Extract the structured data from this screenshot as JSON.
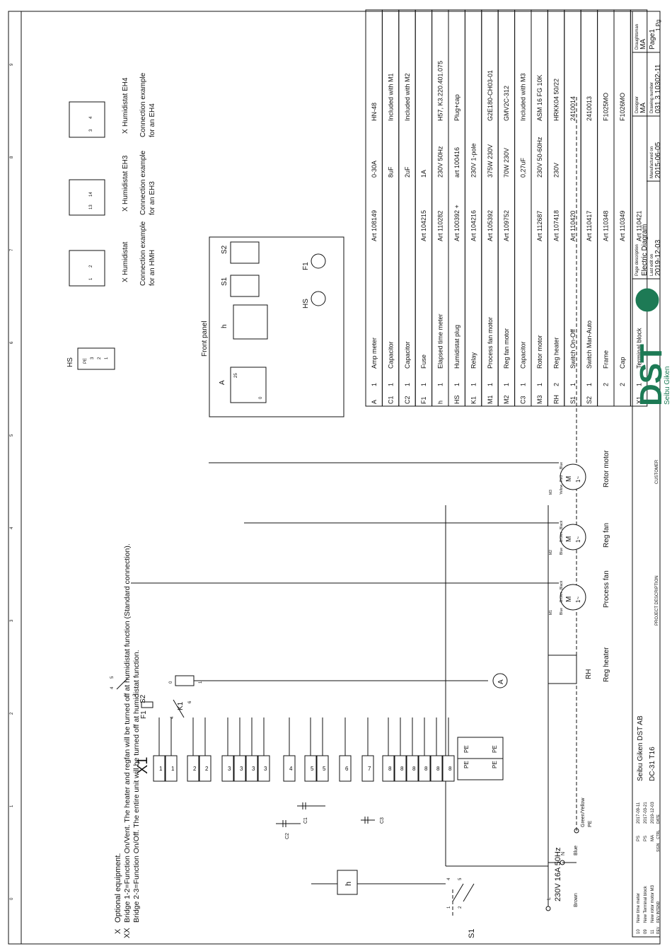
{
  "notes": {
    "optional_mark": "X",
    "optional_text": "Optional equipment.",
    "bridge_mark": "XX",
    "bridge1": "Bridge 1-2=Function On/Vent. The heater and regfan will be turned off at humidistat function (Standard connection).",
    "bridge2": "Bridge 2-3=Function On/Off. The entire unit will be turned off at humidistat function."
  },
  "supply": {
    "label": "230V 16A 50Hz",
    "conductors": [
      {
        "color": "Brown",
        "terminal": "L"
      },
      {
        "color": "Blue",
        "terminal": "N"
      },
      {
        "color": "Green/Yellow",
        "terminal": "PE"
      }
    ]
  },
  "components": {
    "x1_label": "X1",
    "terminals_top": [
      "1",
      "1",
      "2",
      "2",
      "3",
      "3",
      "3",
      "3",
      "4",
      "5",
      "5",
      "6",
      "7",
      "8",
      "8",
      "8",
      "8",
      "8",
      "8"
    ],
    "s1": "S1",
    "s1_contacts": [
      "1",
      "2",
      "4",
      "5"
    ],
    "f1": "F1",
    "k1": "K1",
    "k1_contacts": [
      "4",
      "6"
    ],
    "s2": "S2",
    "s2_contacts": [
      "1",
      "2",
      "4",
      "5"
    ],
    "relay_contacts": [
      "0",
      "1"
    ],
    "c1": "C1",
    "c2": "C2",
    "c3": "C3",
    "h": "h",
    "amp": "A",
    "rh_code": "RH",
    "rh_name": "Reg heater",
    "pe": "PE",
    "hs": "HS"
  },
  "motors": [
    {
      "code": "M1",
      "name": "Process fan",
      "wires": [
        "Blue",
        "Brown",
        "Black"
      ]
    },
    {
      "code": "M2",
      "name": "Reg fan",
      "wires": [
        "Blue",
        "Brown",
        "Black"
      ]
    },
    {
      "code": "M3",
      "name": "Rotor motor",
      "wires": [
        "Yellow",
        "Red",
        "Blue"
      ]
    }
  ],
  "motor_symbol": {
    "letter": "M",
    "phase": "1~"
  },
  "hs_terminals": [
    "PE",
    "3",
    "2",
    "1"
  ],
  "humidistats": [
    {
      "mark": "X",
      "name": "Humidistat",
      "example1": "Connection example",
      "example2": "for an HMH",
      "contacts": [
        "1",
        "2"
      ]
    },
    {
      "mark": "X",
      "name": "Humidistat EH3",
      "example1": "Connection example",
      "example2": "for an EH3",
      "contacts": [
        "13",
        "14"
      ]
    },
    {
      "mark": "X",
      "name": "Humidistat EH4",
      "example1": "Connection example",
      "example2": "for an EH4",
      "contacts": [
        "3",
        "4"
      ]
    }
  ],
  "front_panel": {
    "title": "Front panel",
    "items": [
      "A",
      "h",
      "S1",
      "S2",
      "HS",
      "F1"
    ],
    "meter_scale": [
      "0",
      "25"
    ]
  },
  "parts_table": {
    "rows": [
      [
        "A",
        "1",
        "Amp meter",
        "Art 108149",
        "0-30A",
        "HN-48"
      ],
      [
        "C1",
        "1",
        "Capacitor",
        "",
        "8uF",
        "Included with M1"
      ],
      [
        "C2",
        "1",
        "Capacitor",
        "",
        "2uF",
        "Included with M2"
      ],
      [
        "F1",
        "1",
        "Fuse",
        "Art 104215",
        "1A",
        ""
      ],
      [
        "h",
        "1",
        "Elapsed time meter",
        "Art 110282",
        "230V 50Hz",
        "H57, K3.220.401.075"
      ],
      [
        "HS",
        "1",
        "Humidistat plug",
        "Art 100392 +",
        "art 100416",
        "Plug+cap"
      ],
      [
        "K1",
        "1",
        "Relay",
        "Art 104216",
        "230V 1-pole",
        ""
      ],
      [
        "M1",
        "1",
        "Process fan motor",
        "Art 105392",
        "375W 230V",
        "G2E180-CH03-01"
      ],
      [
        "M2",
        "1",
        "Reg fan motor",
        "Art 109752",
        "70W 230V",
        "GMV2C-312"
      ],
      [
        "C3",
        "1",
        "Capacitor",
        "",
        "0,27uF",
        "Included with M3"
      ],
      [
        "M3",
        "1",
        "Rotor motor",
        "Art 112687",
        "230V 50-60Hz",
        "ASM 16 FG 10K"
      ],
      [
        "RH",
        "2",
        "Reg heater",
        "Art 107418",
        "230V",
        "HRKK04 50/22"
      ],
      [
        "S1",
        "1",
        "Switch On-Off",
        "Art 110420",
        "",
        "2410014"
      ],
      [
        "S2",
        "1",
        "Switch Man-Auto",
        "Art 110417",
        "",
        "2410013"
      ],
      [
        "",
        "2",
        "Frame",
        "Art 110348",
        "",
        "F1025MO"
      ],
      [
        "",
        "2",
        "Cap",
        "Art 110349",
        "",
        "F1026MO"
      ],
      [
        "X1",
        "1",
        "Terminal block",
        "Art 110421",
        "",
        ""
      ]
    ]
  },
  "title_block": {
    "logo_text": "DST",
    "logo_sub": "Seibu Giken",
    "page_description_label": "Page description",
    "page_description": "Electric Diagram",
    "last_edit_label": "Last edit on",
    "last_edit": "2019-12-03",
    "manufactured_label": "Manufactured on",
    "manufactured": "2015-06-05",
    "drawing_number_label": "Drawing number",
    "drawing_number": "031 3 10302-11",
    "designer_label": "Designer",
    "designer": "MA",
    "draughtsman_label": "Draughtsman",
    "draughtsman": "MA",
    "page": "Page1",
    "pages": "1 Pg",
    "customer_label": "CUSTOMER",
    "company": "Seibu Giken DST AB",
    "project": "DC-31 T16",
    "project_label": "PROJECT DESCRIPTION",
    "revisions": [
      {
        "rev": "10",
        "intend": "New time meter",
        "ctrl": "PS",
        "date": "2017-09-11"
      },
      {
        "rev": "09",
        "intend": "New Terminal block",
        "ctrl": "PS",
        "date": "2017-03-21"
      },
      {
        "rev": "11",
        "intend": "New rotor motor M3",
        "ctrl": "MA",
        "date": "2019-12-03"
      }
    ],
    "rev_header": {
      "rev": "REV",
      "intend": "REV INTEND",
      "sign": "SIGN",
      "ctrl": "CTRL",
      "date": "DATE"
    }
  },
  "grid_numbers": [
    "0",
    "1",
    "2",
    "3",
    "4",
    "5",
    "6",
    "7",
    "8",
    "9"
  ]
}
